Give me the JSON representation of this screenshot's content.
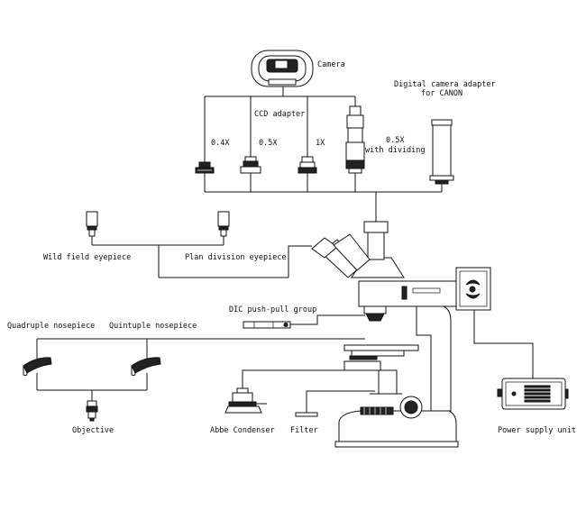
{
  "labels": {
    "camera": "Camera",
    "ccd_adapter": "CCD adapter",
    "mag_04x": "0.4X",
    "mag_05x": "0.5X",
    "mag_1x": "1X",
    "mag_05x_dividing_l1": "0.5X",
    "mag_05x_dividing_l2": "with dividing",
    "canon_adapter_l1": "Digital camera adapter",
    "canon_adapter_l2": "for CANON",
    "wild_field_eyepiece": "Wild field eyepiece",
    "plan_division_eyepiece": "Plan division eyepiece",
    "dic_group": "DIC push-pull group",
    "quadruple_nosepiece": "Quadruple nosepiece",
    "quintuple_nosepiece": "Quintuple nosepiece",
    "objective": "Objective",
    "abbe_condenser": "Abbe Condenser",
    "filter": "Filter",
    "power_supply": "Power supply unit"
  },
  "colors": {
    "line": "#111111",
    "background": "#ffffff"
  }
}
